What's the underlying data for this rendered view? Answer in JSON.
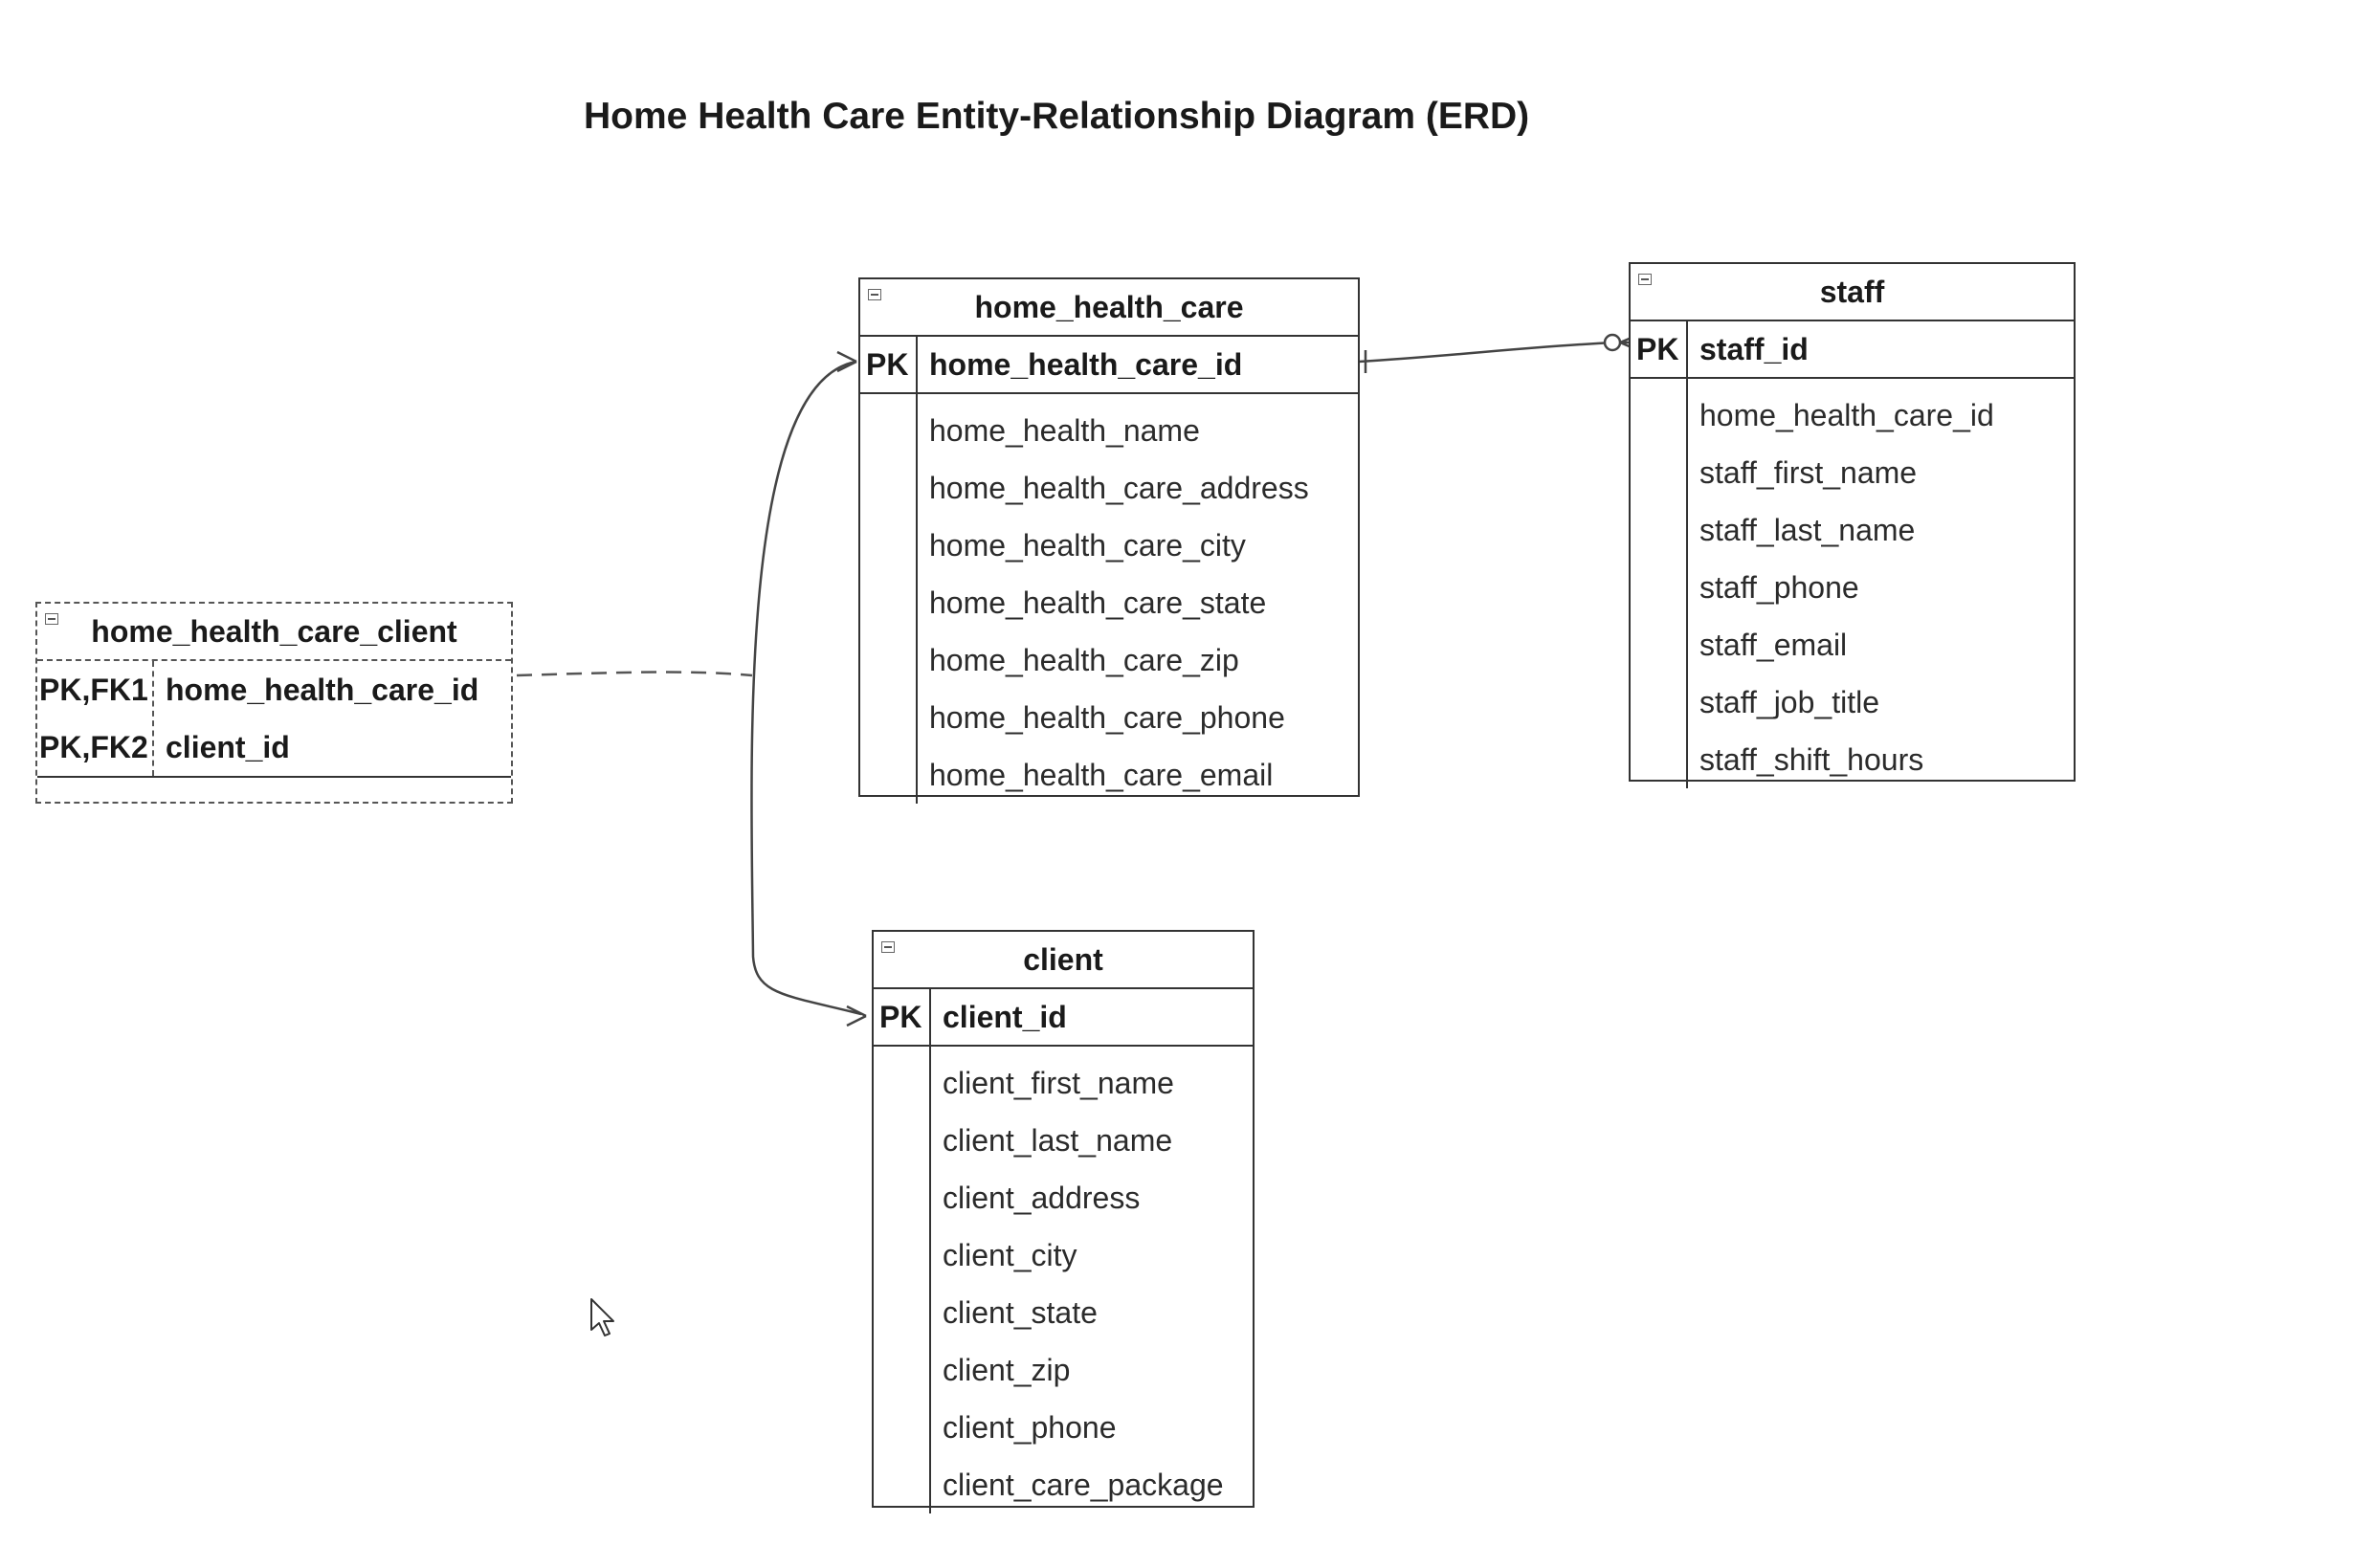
{
  "diagram": {
    "title": "Home Health Care Entity-Relationship Diagram (ERD)"
  },
  "entities": {
    "home_health_care": {
      "name": "home_health_care",
      "pk_label": "PK",
      "pk_field": "home_health_care_id",
      "attributes": [
        "home_health_name",
        "home_health_care_address",
        "home_health_care_city",
        "home_health_care_state",
        "home_health_care_zip",
        "home_health_care_phone",
        "home_health_care_email"
      ]
    },
    "staff": {
      "name": "staff",
      "pk_label": "PK",
      "pk_field": "staff_id",
      "attributes": [
        "home_health_care_id",
        "staff_first_name",
        "staff_last_name",
        "staff_phone",
        "staff_email",
        "staff_job_title",
        "staff_shift_hours"
      ]
    },
    "home_health_care_client": {
      "name": "home_health_care_client",
      "keys": [
        {
          "label": "PK,FK1",
          "field": "home_health_care_id"
        },
        {
          "label": "PK,FK2",
          "field": "client_id"
        }
      ]
    },
    "client": {
      "name": "client",
      "pk_label": "PK",
      "pk_field": "client_id",
      "attributes": [
        "client_first_name",
        "client_last_name",
        "client_address",
        "client_city",
        "client_state",
        "client_zip",
        "client_phone",
        "client_care_package"
      ]
    }
  },
  "colors": {
    "line": "#333333",
    "text": "#1a1a1a"
  }
}
